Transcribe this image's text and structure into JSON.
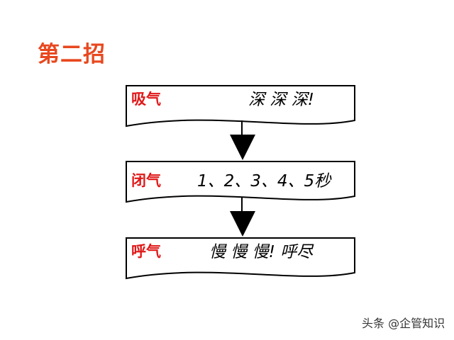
{
  "heading": "第二招",
  "steps": [
    {
      "label": "吸气",
      "text": "深 深 深!"
    },
    {
      "label": "闭气",
      "text": "1、2、3、4、5秒"
    },
    {
      "label": "呼气",
      "text": "慢 慢 慢! 呼尽"
    }
  ],
  "watermark": "头条 @企管知识",
  "colors": {
    "heading": "#e8481f",
    "label": "#e01818",
    "text": "#000000",
    "box_border": "#000000",
    "arrow": "#000000"
  }
}
